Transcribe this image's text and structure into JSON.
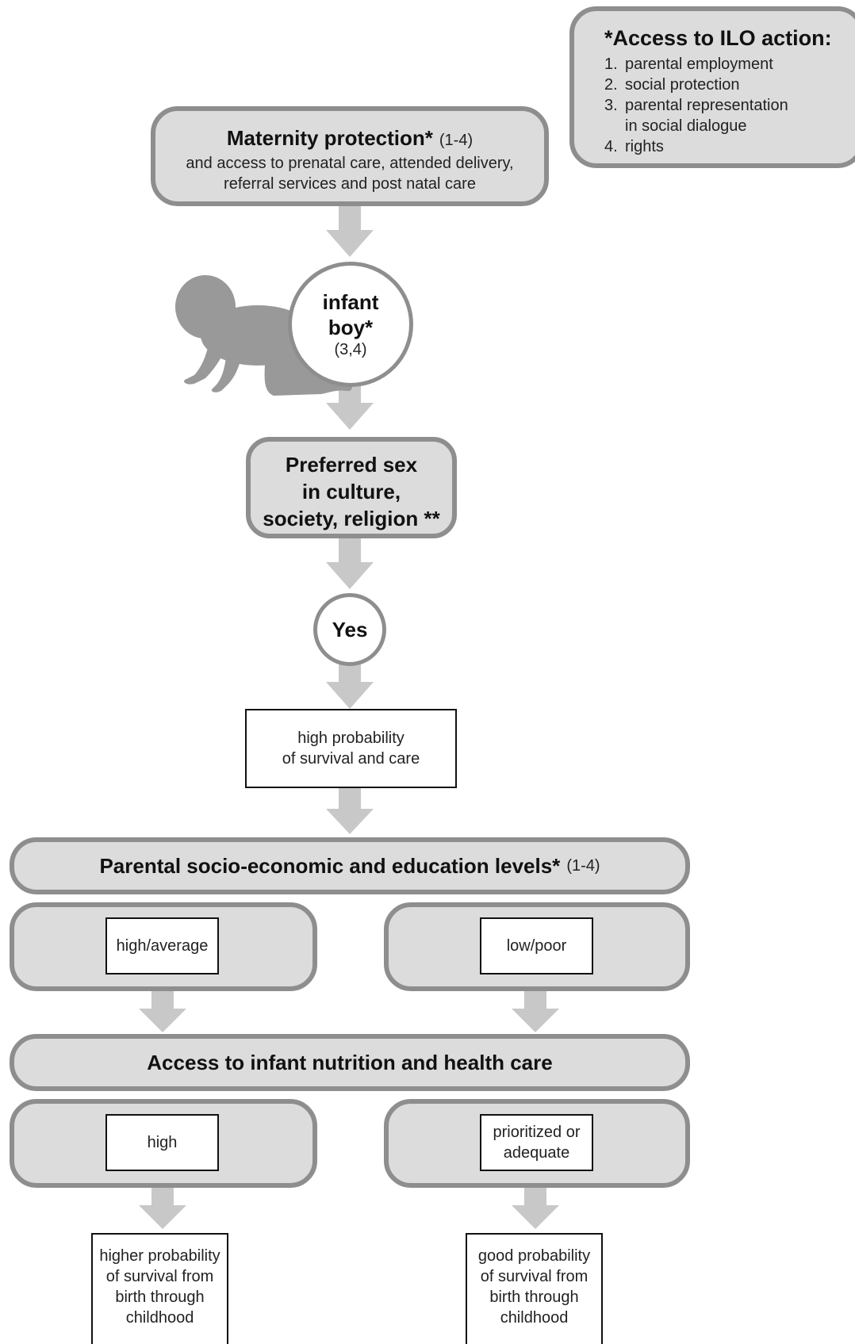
{
  "ilo_box": {
    "title": "*Access to ILO action:",
    "items": [
      {
        "num": "1.",
        "text": "parental employment"
      },
      {
        "num": "2.",
        "text": "social protection"
      },
      {
        "num": "3.",
        "text": "parental representation"
      },
      {
        "num": "",
        "text": "in social dialogue"
      },
      {
        "num": "4.",
        "text": "rights"
      }
    ]
  },
  "maternity": {
    "title": "Maternity protection*",
    "note": "(1-4)",
    "line1": "and access to prenatal care, attended delivery,",
    "line2": "referral services and post natal care"
  },
  "infant": {
    "line1": "infant",
    "line2": "boy*",
    "note": "(3,4)"
  },
  "preferred": {
    "line1": "Preferred sex",
    "line2": "in culture,",
    "line3": "society, religion **"
  },
  "yes": "Yes",
  "high_prob": {
    "line1": "high probability",
    "line2": "of survival and care"
  },
  "parental_levels": {
    "title": "Parental socio-economic and education levels*",
    "note": "(1-4)",
    "left": "high/average",
    "right": "low/poor"
  },
  "nutrition": {
    "title": "Access to infant nutrition and health care",
    "left": "high",
    "right_line1": "prioritized or",
    "right_line2": "adequate"
  },
  "outcomes": {
    "left": [
      "higher probability",
      "of survival from",
      "birth through",
      "childhood"
    ],
    "right": [
      "good probability",
      "of survival from",
      "birth through",
      "childhood"
    ]
  },
  "colors": {
    "box_fill": "#dcdcdc",
    "box_border": "#8e8e8e",
    "arrow": "#c8c8c8",
    "baby": "#999999"
  }
}
